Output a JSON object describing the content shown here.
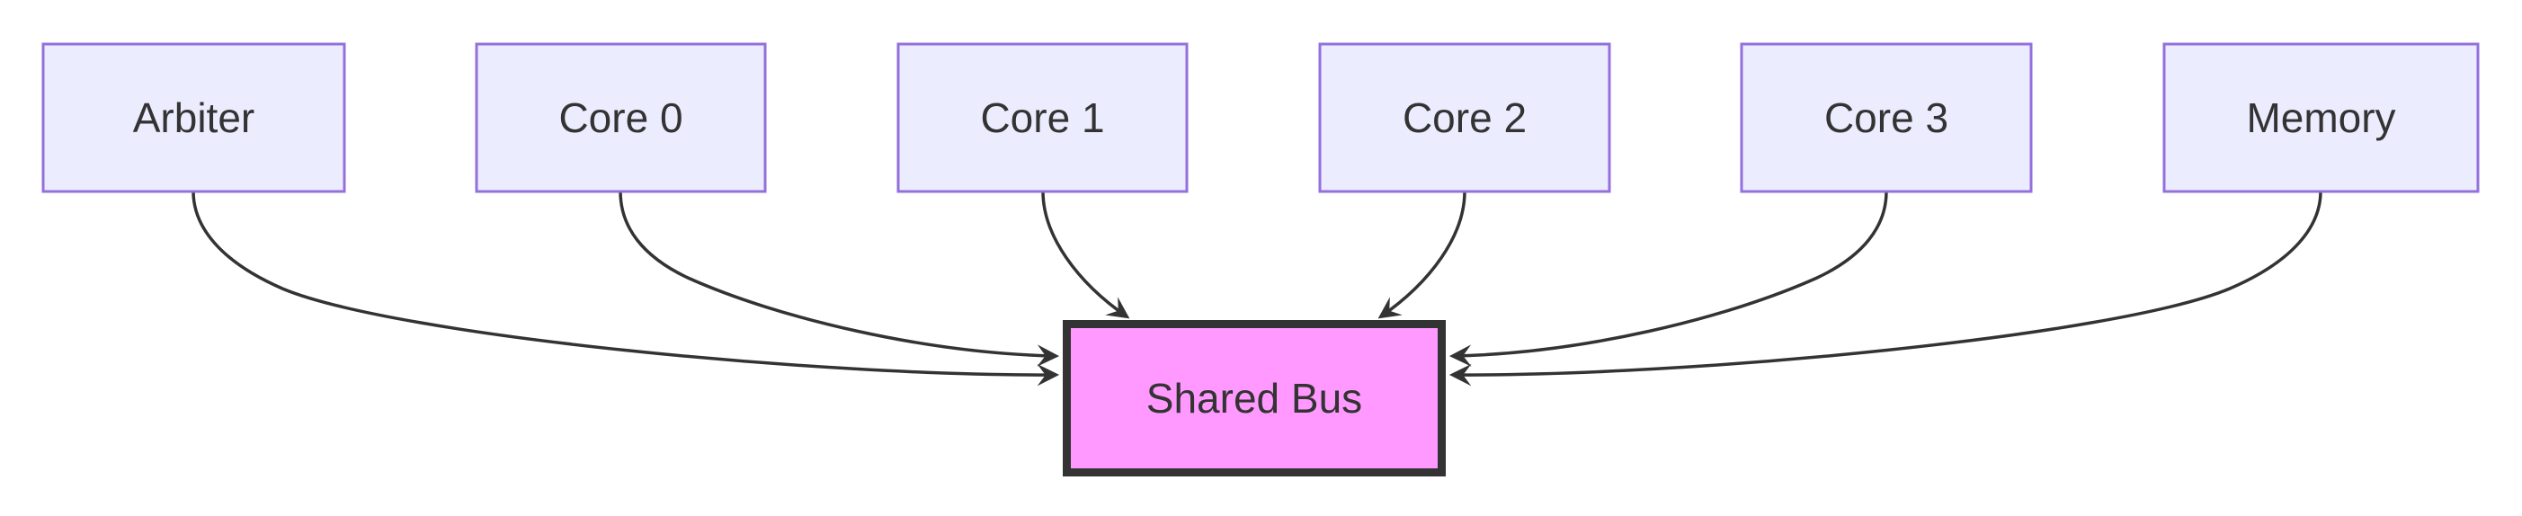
{
  "diagram": {
    "type": "flowchart",
    "orientation": "top-down",
    "nodes": [
      {
        "id": "arbiter",
        "label": "Arbiter"
      },
      {
        "id": "core0",
        "label": "Core 0"
      },
      {
        "id": "core1",
        "label": "Core 1"
      },
      {
        "id": "core2",
        "label": "Core 2"
      },
      {
        "id": "core3",
        "label": "Core 3"
      },
      {
        "id": "memory",
        "label": "Memory"
      }
    ],
    "bus": {
      "id": "shared_bus",
      "label": "Shared Bus"
    },
    "edges": [
      {
        "from": "Arbiter",
        "to": "Shared Bus",
        "arrow": "filled-triangle"
      },
      {
        "from": "Core 0",
        "to": "Shared Bus",
        "arrow": "filled-triangle"
      },
      {
        "from": "Core 1",
        "to": "Shared Bus",
        "arrow": "filled-triangle"
      },
      {
        "from": "Core 2",
        "to": "Shared Bus",
        "arrow": "filled-triangle"
      },
      {
        "from": "Core 3",
        "to": "Shared Bus",
        "arrow": "filled-triangle"
      },
      {
        "from": "Memory",
        "to": "Shared Bus",
        "arrow": "filled-triangle"
      }
    ],
    "colors": {
      "node_fill": "#ECECFF",
      "node_border": "#9370DB",
      "bus_fill": "#FF99FF",
      "bus_border": "#333333",
      "edge": "#333333",
      "text": "#333333",
      "background": "#FFFFFF"
    }
  }
}
